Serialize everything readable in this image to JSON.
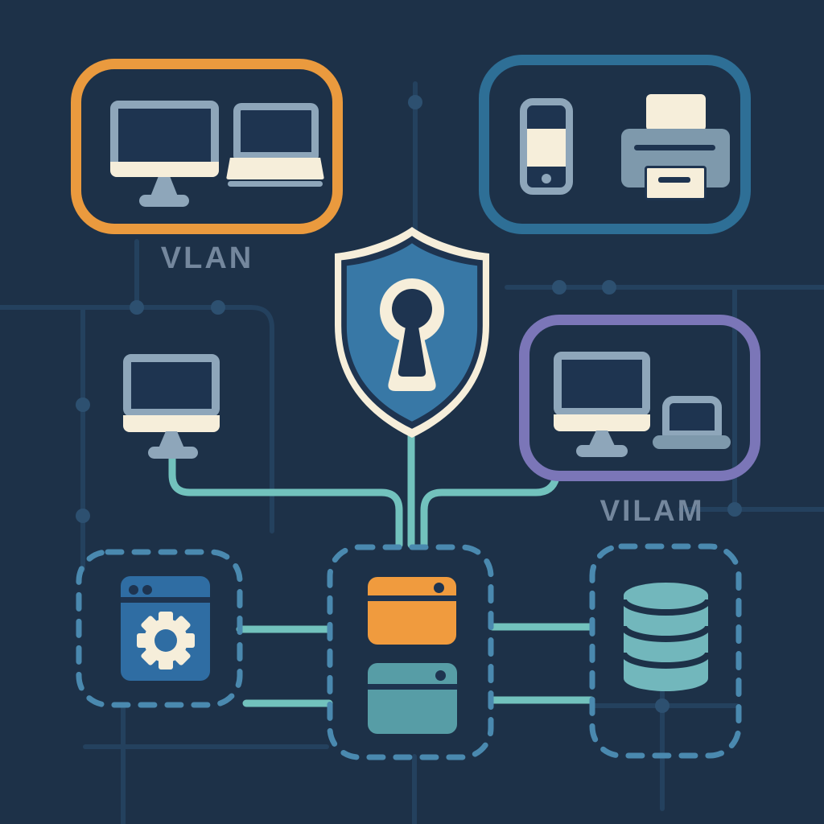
{
  "illustration": {
    "title": "Network VLAN segmentation diagram with central security shield",
    "labels": {
      "vlan_left": "VLAN",
      "vlan_right": "VILAM"
    },
    "zones": {
      "top_left": {
        "label": "VLAN",
        "border_color": "#ea9a3e",
        "devices": [
          "desktop-computer",
          "laptop"
        ]
      },
      "top_right": {
        "label": "",
        "border_color": "#2e6f96",
        "devices": [
          "smartphone",
          "printer"
        ]
      },
      "mid_right": {
        "label": "VILAM",
        "border_color": "#7b76b8",
        "devices": [
          "desktop-computer",
          "laptop"
        ]
      }
    },
    "center": {
      "icon": "shield-keyhole",
      "meaning": "security / firewall"
    },
    "standalone_device": {
      "icon": "desktop-computer"
    },
    "bottom_zones": [
      {
        "icon": "browser-gear",
        "style": "dashed"
      },
      {
        "icon": "server-panels",
        "style": "dashed",
        "panels": [
          "orange",
          "teal"
        ]
      },
      {
        "icon": "database",
        "style": "dashed"
      }
    ],
    "colors": {
      "background": "#1d3148",
      "circuit_line": "#24415e",
      "circuit_node": "#2d5070",
      "connection_line": "#72c2bd",
      "dashed_zone_border": "#4a89af",
      "shield_blue": "#3878a6",
      "cream": "#f6eeda",
      "device_gray": "#8ea6ba",
      "dark_navy": "#1e3450",
      "panel_orange": "#f09b3e",
      "panel_teal": "#579da6",
      "database_teal": "#72b7bc",
      "browser_blue": "#2f6da3",
      "label_text": "#74879d"
    }
  }
}
